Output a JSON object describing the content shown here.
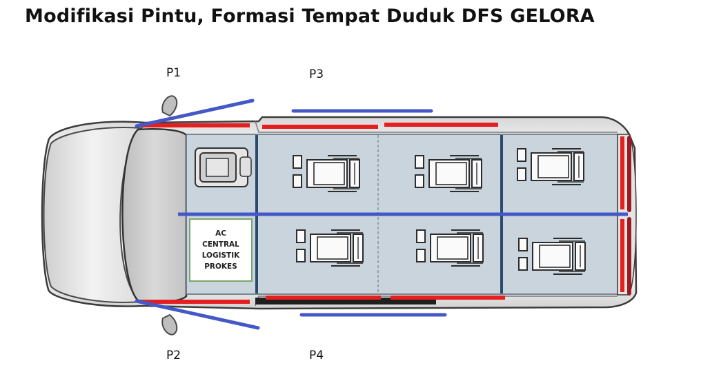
{
  "title": "Modifikasi Pintu, Formasi Tempat Duduk DFS GELORA",
  "doors": {
    "p1": "P1",
    "p2": "P2",
    "p3": "P3",
    "p4": "P4"
  },
  "ac_box": {
    "line1": "AC",
    "line2": "CENTRAL",
    "line3": "LOGISTIK",
    "line4": "PROKES"
  },
  "colors": {
    "door_line": "#4458c8",
    "seal_red": "#e41f1f",
    "rear_door": "#9b1a22",
    "partition": "#2c4a6e",
    "cabin_floor": "#c9d4dc",
    "body": "#e9e9e9",
    "ac_border": "#7aa66b"
  }
}
